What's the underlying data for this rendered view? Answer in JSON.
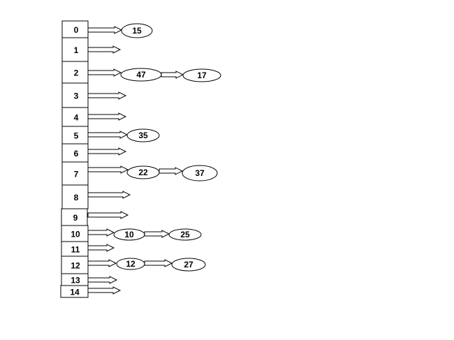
{
  "hash_table": {
    "slots": [
      {
        "index": "0",
        "chain": [
          "15"
        ]
      },
      {
        "index": "1",
        "chain": []
      },
      {
        "index": "2",
        "chain": [
          "47",
          "17"
        ]
      },
      {
        "index": "3",
        "chain": []
      },
      {
        "index": "4",
        "chain": []
      },
      {
        "index": "5",
        "chain": [
          "35"
        ]
      },
      {
        "index": "6",
        "chain": []
      },
      {
        "index": "7",
        "chain": [
          "22",
          "37"
        ]
      },
      {
        "index": "8",
        "chain": []
      },
      {
        "index": "9",
        "chain": []
      },
      {
        "index": "10",
        "chain": [
          "10",
          "25"
        ]
      },
      {
        "index": "11",
        "chain": []
      },
      {
        "index": "12",
        "chain": [
          "12",
          "27"
        ]
      },
      {
        "index": "13",
        "chain": []
      },
      {
        "index": "14",
        "chain": []
      }
    ]
  },
  "colors": {
    "stroke": "#000000",
    "fill": "#ffffff",
    "text": "#000000"
  }
}
